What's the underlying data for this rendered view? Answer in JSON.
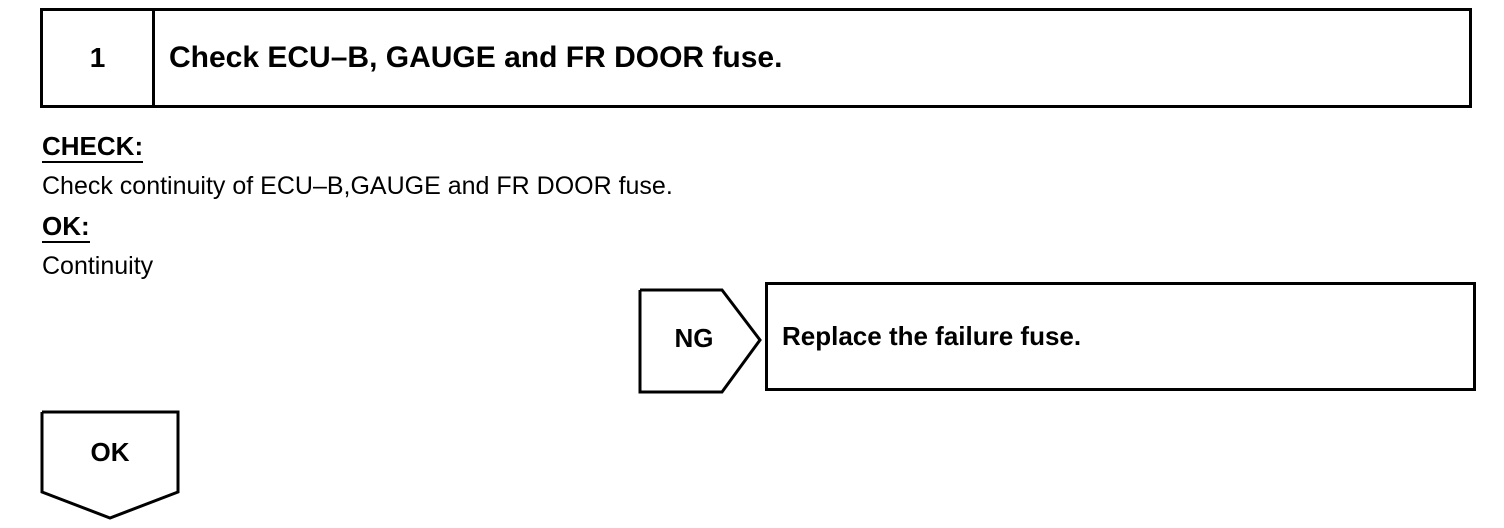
{
  "step": {
    "number": "1",
    "title": "Check ECU–B, GAUGE and FR DOOR fuse."
  },
  "check": {
    "label": "CHECK:",
    "text": "Check continuity of ECU–B,GAUGE and FR DOOR fuse."
  },
  "ok_section": {
    "label": "OK:",
    "text": "Continuity"
  },
  "ng_branch": {
    "label": "NG",
    "action": "Replace the failure fuse."
  },
  "ok_branch": {
    "label": "OK"
  }
}
